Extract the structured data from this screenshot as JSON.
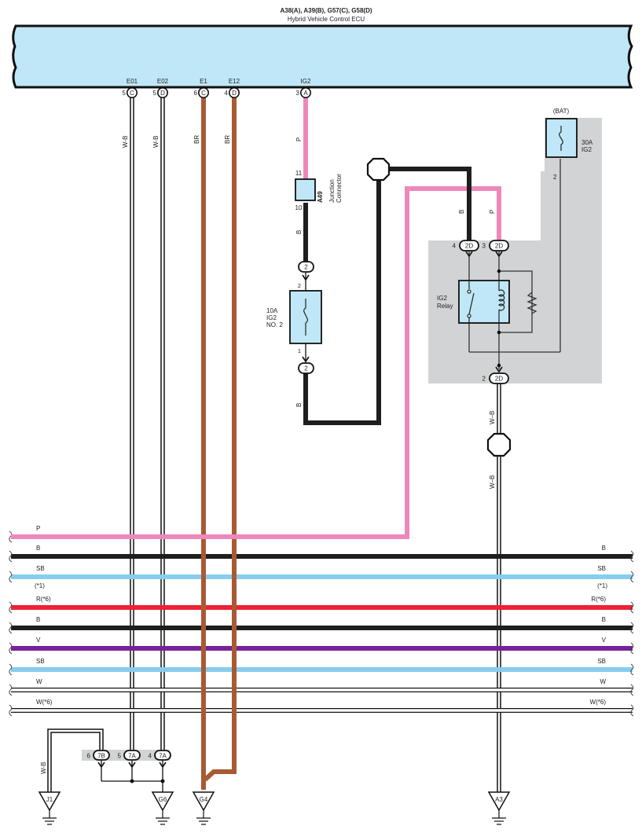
{
  "ecu": {
    "title": "A38(A), A39(B), G57(C), G58(D)",
    "name": "Hybrid Vehicle Control ECU",
    "terminals": [
      {
        "label": "E01",
        "pin": "5",
        "conn": "C"
      },
      {
        "label": "E02",
        "pin": "5",
        "conn": "D"
      },
      {
        "label": "E1",
        "pin": "6",
        "conn": "C"
      },
      {
        "label": "E12",
        "pin": "4",
        "conn": "D"
      },
      {
        "label": "IG2",
        "pin": "3",
        "conn": "A"
      }
    ]
  },
  "wire_labels": {
    "wb": "W-B",
    "wb2": "W–B",
    "br": "BR",
    "p": "P",
    "b": "B"
  },
  "junction": {
    "code": "A49",
    "name1": "Junction",
    "name2": "Connector",
    "pin_top": "11",
    "pin_bottom": "10"
  },
  "fuse_ig2no2": {
    "line1": "10A",
    "line2": "IG2",
    "line3": "NO. 2",
    "pin_top": "2",
    "pin_bottom": "1",
    "conn": "2"
  },
  "relay_block": {
    "bat": "(BAT)",
    "fuse_line1": "30A",
    "fuse_line2": "IG2",
    "fuse_pin": "2",
    "relay_line1": "IG2",
    "relay_line2": "Relay",
    "conn": "2D",
    "pin_b": "4",
    "pin_p": "3",
    "pin_out": "2"
  },
  "bus": [
    {
      "left": "P",
      "right": "",
      "color": "#ee88bb"
    },
    {
      "left": "B",
      "right": "B",
      "color": "#1e1e1e"
    },
    {
      "left": "SB",
      "right": "SB",
      "color": "#88ccee",
      "note_left": "(*1)",
      "note_right": "(*1)"
    },
    {
      "left": "R(*6)",
      "right": "R(*6)",
      "color": "#ee2233"
    },
    {
      "left": "B",
      "right": "B",
      "color": "#1e1e1e"
    },
    {
      "left": "V",
      "right": "V",
      "color": "#772299"
    },
    {
      "left": "SB",
      "right": "SB",
      "color": "#88ccee"
    },
    {
      "left": "W",
      "right": "W",
      "color": "#ffffff"
    },
    {
      "left": "W(*6)",
      "right": "W(*6)",
      "color": "#ffffff"
    }
  ],
  "ground_connectors": [
    {
      "pin": "6",
      "conn": "7B"
    },
    {
      "pin": "5",
      "conn": "7A"
    },
    {
      "pin": "4",
      "conn": "7A"
    }
  ],
  "grounds": [
    "J1",
    "G6",
    "G4",
    "A3"
  ],
  "colors": {
    "ecu_fill": "#bfe7f7",
    "pink": "#ee88bb",
    "black": "#1e1e1e",
    "brown": "#a85a33",
    "gray_block": "#d2d3d5",
    "fuse_fill": "#bfe7f7"
  }
}
